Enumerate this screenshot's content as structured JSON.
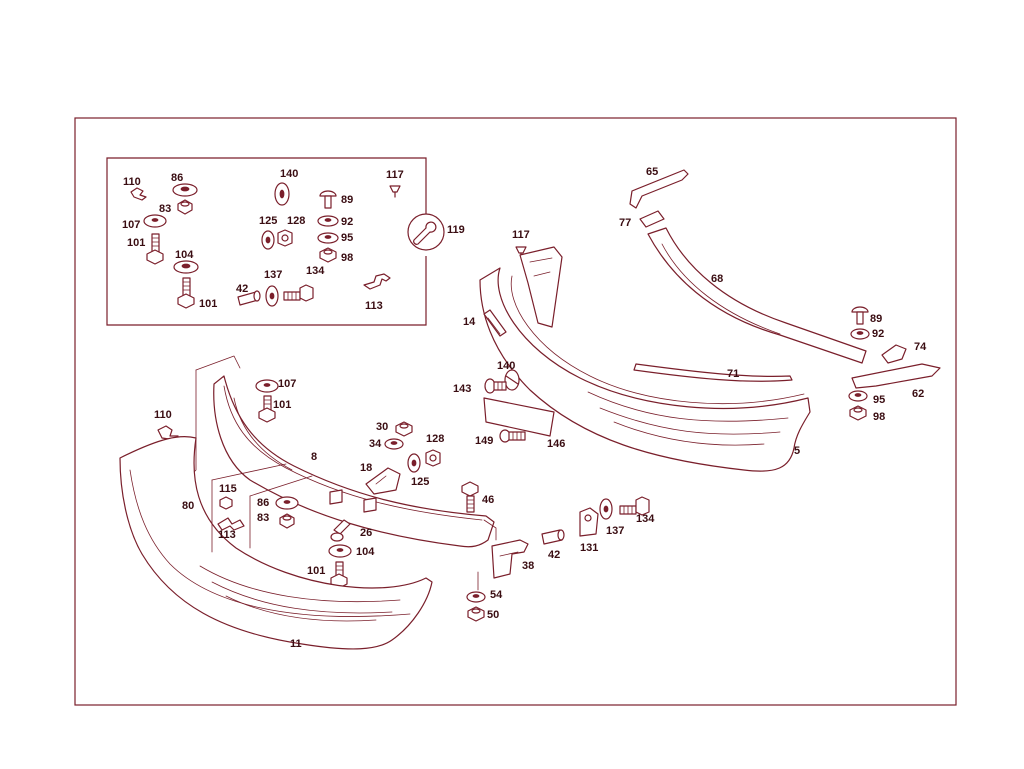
{
  "colors": {
    "line": "#7a1f2b",
    "label": "#3a0d12",
    "background": "#ffffff"
  },
  "icons": {
    "tool": "wrench-in-circle-icon"
  },
  "labels": {
    "p110a": "110",
    "p86a": "86",
    "p83a": "83",
    "p107a": "107",
    "p101a": "101",
    "p104a": "104",
    "p101b": "101",
    "p42a": "42",
    "p137a": "137",
    "p134a": "134",
    "p140a": "140",
    "p125a": "125",
    "p128a": "128",
    "p89a": "89",
    "p92a": "92",
    "p95a": "95",
    "p98a": "98",
    "p117a": "117",
    "p113a": "113",
    "p119": "119",
    "p65": "65",
    "p77": "77",
    "p68": "68",
    "p117b": "117",
    "p14": "14",
    "p140b": "140",
    "p143": "143",
    "p71": "71",
    "p89b": "89",
    "p92b": "92",
    "p74": "74",
    "p62": "62",
    "p95b": "95",
    "p98b": "98",
    "p5": "5",
    "p149": "149",
    "p146": "146",
    "p107b": "107",
    "p101c": "101",
    "p110b": "110",
    "p8": "8",
    "p30": "30",
    "p34": "34",
    "p128b": "128",
    "p18": "18",
    "p125b": "125",
    "p46": "46",
    "p115": "115",
    "p86b": "86",
    "p83b": "83",
    "p113b": "113",
    "p80": "80",
    "p26": "26",
    "p104b": "104",
    "p101d": "101",
    "p134b": "134",
    "p137b": "137",
    "p131": "131",
    "p42b": "42",
    "p38": "38",
    "p54": "54",
    "p50": "50",
    "p11": "11"
  }
}
